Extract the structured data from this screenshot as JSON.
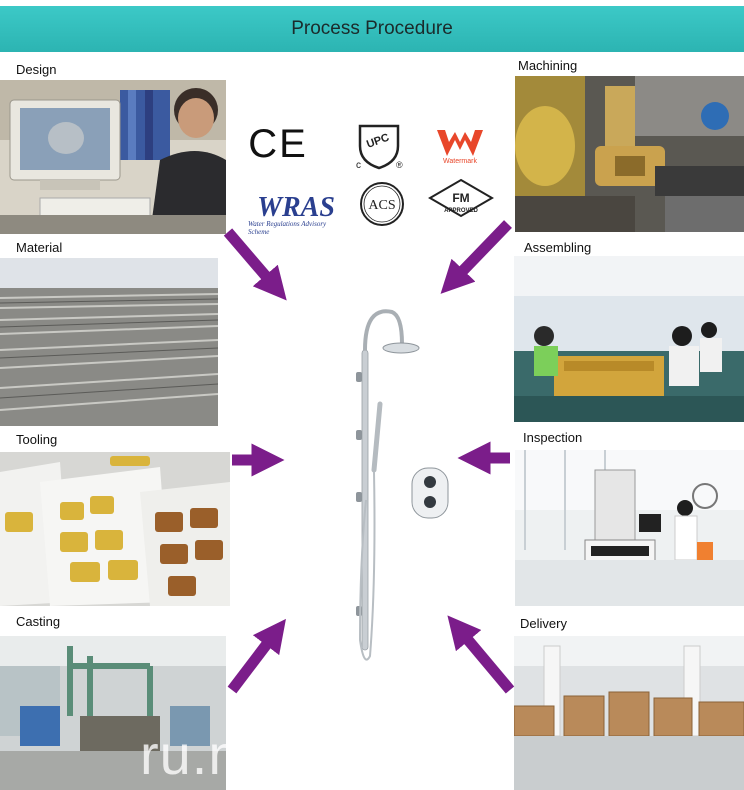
{
  "header": {
    "title": "Process Procedure"
  },
  "steps": {
    "design": "Design",
    "machining": "Machining",
    "material": "Material",
    "assembling": "Assembling",
    "tooling": "Tooling",
    "inspection": "Inspection",
    "casting": "Casting",
    "delivery": "Delivery"
  },
  "certifications": {
    "ce": "CE",
    "upc": "UPC",
    "watermark": "Watermark",
    "wras": "WRAS",
    "wras_tagline": "Water Regulations Advisory Scheme",
    "acs": "ACS",
    "fm": "FM",
    "fm_approved": "APPROVED"
  },
  "watermark_text": "ru.m      ub.com",
  "colors": {
    "banner": "#35c0be",
    "arrow": "#7b1d8a",
    "wras_blue": "#2a3f8f",
    "watermark_red": "#e8472b"
  }
}
